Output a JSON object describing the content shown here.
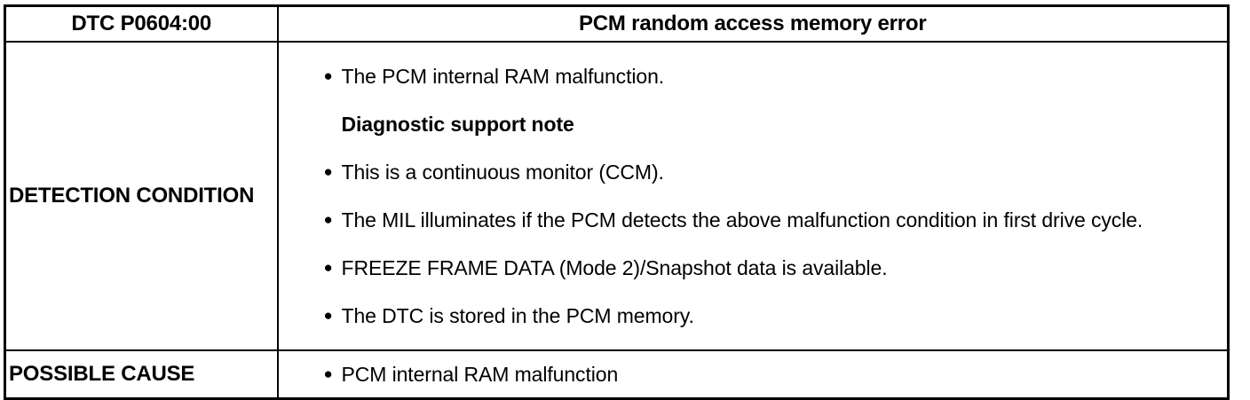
{
  "colors": {
    "background": "#ffffff",
    "border": "#000000",
    "text": "#000000"
  },
  "glyphs": {
    "bullet": "●"
  },
  "table": {
    "header": {
      "dtc_code": "DTC P0604:00",
      "dtc_description": "PCM random access memory error"
    },
    "detection": {
      "label": "DETECTION CONDITION",
      "items": [
        {
          "text": "The PCM internal RAM malfunction."
        },
        {
          "text": "Diagnostic support note"
        },
        {
          "text": "This is a continuous monitor (CCM)."
        },
        {
          "text": "The MIL illuminates if the PCM detects the above malfunction condition in first drive cycle."
        },
        {
          "text": "FREEZE FRAME DATA (Mode 2)/Snapshot data is available."
        },
        {
          "text": "The DTC is stored in the PCM memory."
        }
      ]
    },
    "possible_cause": {
      "label": "POSSIBLE CAUSE",
      "items": [
        {
          "text": "PCM internal RAM malfunction"
        }
      ]
    }
  }
}
